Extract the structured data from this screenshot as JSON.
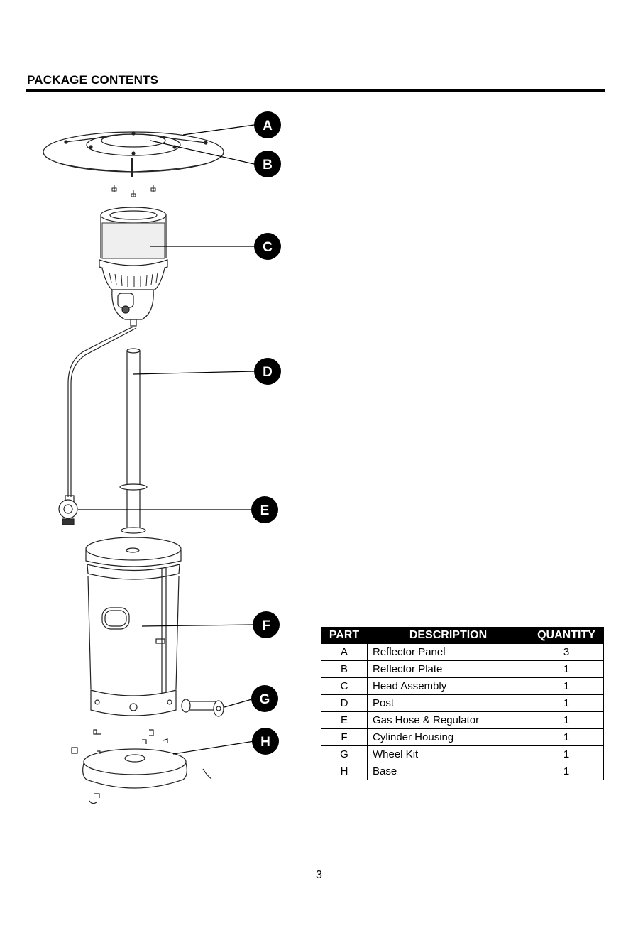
{
  "header": {
    "title": "PACKAGE CONTENTS"
  },
  "callouts": [
    "A",
    "B",
    "C",
    "D",
    "E",
    "F",
    "G",
    "H"
  ],
  "table": {
    "columns": [
      "PART",
      "DESCRIPTION",
      "QUANTITY"
    ],
    "rows": [
      {
        "part": "A",
        "description": "Reflector Panel",
        "quantity": "3"
      },
      {
        "part": "B",
        "description": "Reflector Plate",
        "quantity": "1"
      },
      {
        "part": "C",
        "description": "Head Assembly",
        "quantity": "1"
      },
      {
        "part": "D",
        "description": "Post",
        "quantity": "1"
      },
      {
        "part": "E",
        "description": "Gas Hose & Regulator",
        "quantity": "1"
      },
      {
        "part": "F",
        "description": "Cylinder Housing",
        "quantity": "1"
      },
      {
        "part": "G",
        "description": "Wheel Kit",
        "quantity": "1"
      },
      {
        "part": "H",
        "description": "Base",
        "quantity": "1"
      }
    ]
  },
  "footer": {
    "page_number": "3"
  }
}
